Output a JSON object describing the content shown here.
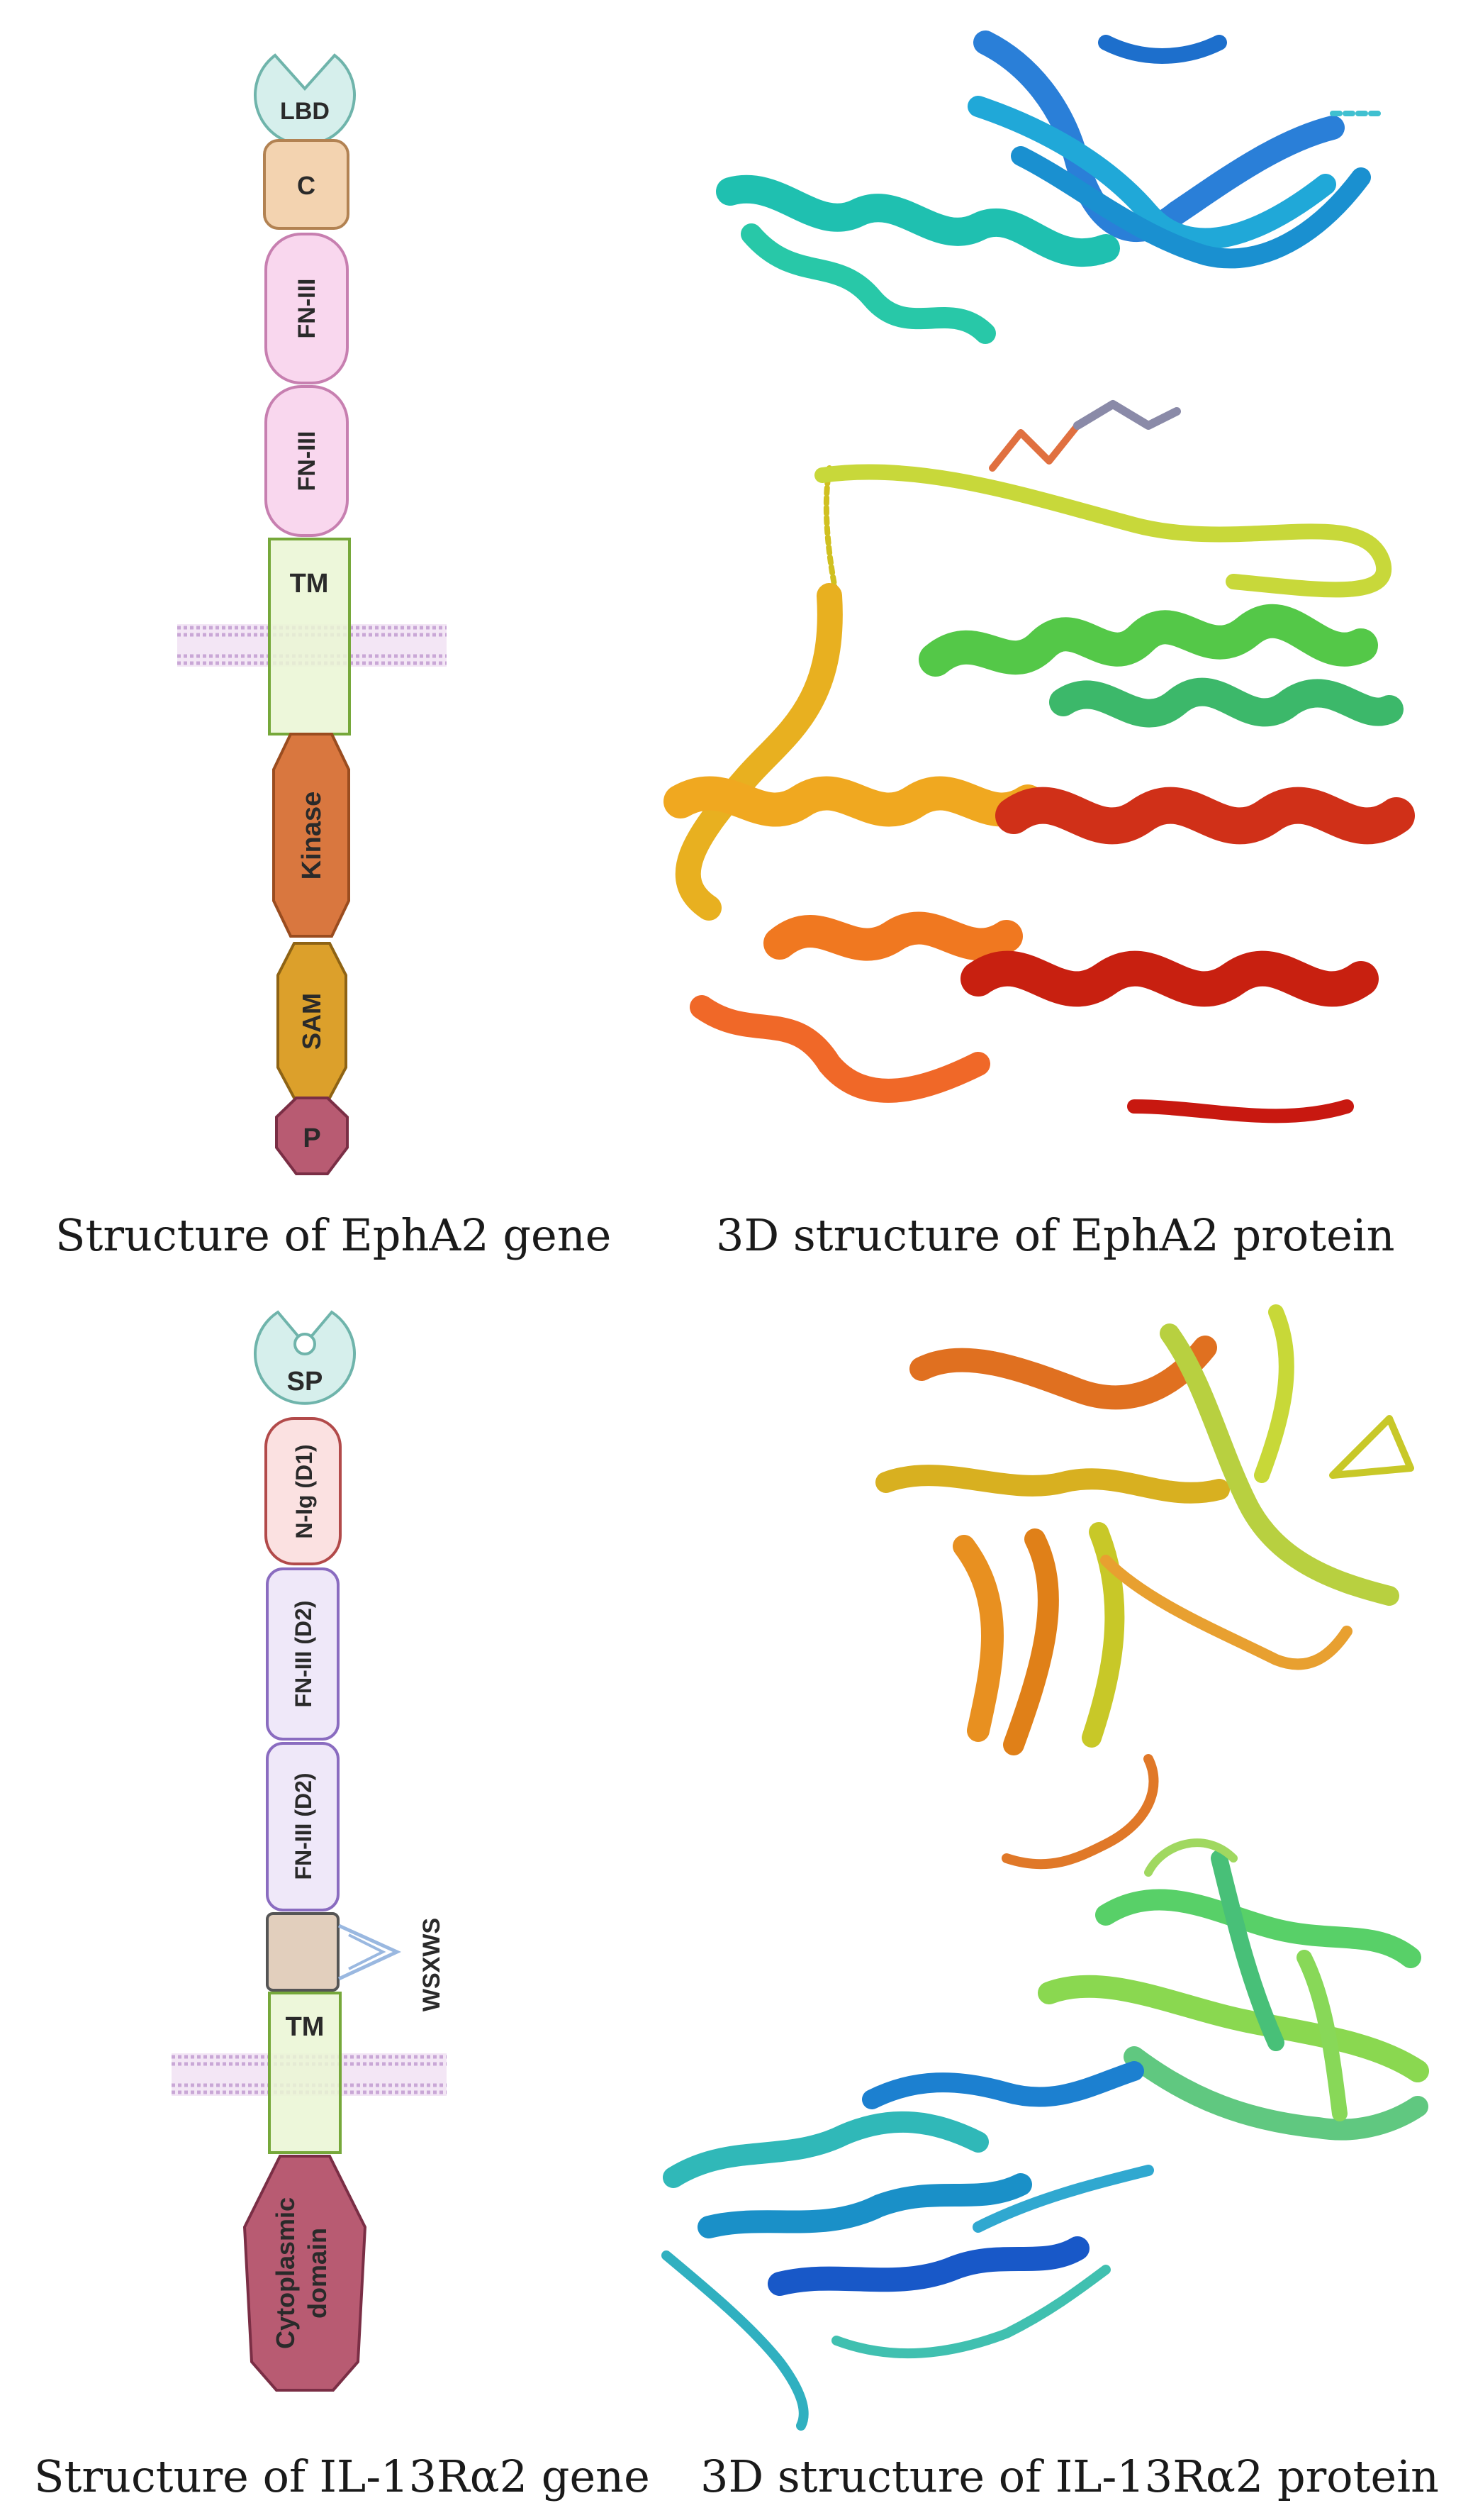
{
  "panels": {
    "epha2_gene": {
      "caption": "Structure of EphA2 gene",
      "domains": {
        "lbd": "LBD",
        "c": "C",
        "fn3_a": "FN-III",
        "fn3_b": "FN-III",
        "tm": "TM",
        "kinase": "Kinase",
        "sam": "SAM",
        "p": "P"
      }
    },
    "epha2_protein": {
      "caption": "3D structure of EphA2 protein"
    },
    "il13_gene": {
      "caption": "Structure of IL-13Rα2 gene",
      "domains": {
        "sp": "SP",
        "nig": "N-Ig (D1)",
        "fn3_d2_a": "FN-III (D2)",
        "fn3_d2_b": "FN-III (D2)",
        "wsxws": "WSXWS",
        "tm": "TM",
        "cyto_1": "Cytoplasmic",
        "cyto_2": "domain"
      }
    },
    "il13_protein": {
      "caption": "3D structure of IL-13Rα2 protein"
    }
  },
  "colors": {
    "lbd": "#d6efec",
    "c": "#f3d3b0",
    "fn3": "#f9d7ee",
    "tm": "#eaf6d4",
    "kinase": "#d9773f",
    "sam": "#dca02b",
    "p": "#b85b72",
    "membrane": "#c9a7d6",
    "nig": "#fbe1e1",
    "fn3_d2": "#efe8f9",
    "wsxws_box": "#e2cfbd",
    "cyto": "#b85b72"
  }
}
